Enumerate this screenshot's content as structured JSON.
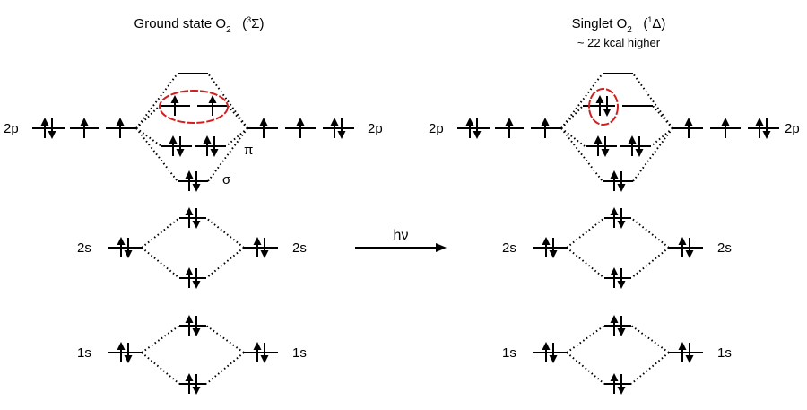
{
  "left": {
    "title_prefix": "Ground state O",
    "title_sub": "2",
    "title_sym_sup": "3",
    "title_sym": "Σ)"
  },
  "right": {
    "title_prefix": "Singlet O",
    "title_sub": "2",
    "title_sym_sup": "1",
    "title_sym": "Δ)",
    "subtitle": "~ 22 kcal higher"
  },
  "labels": {
    "p2": "2p",
    "s2": "2s",
    "s1": "1s",
    "pi": "π",
    "sigma": "σ"
  },
  "transition": {
    "label": "hν"
  },
  "colors": {
    "line": "#000000",
    "highlight": "#d21e1e"
  }
}
